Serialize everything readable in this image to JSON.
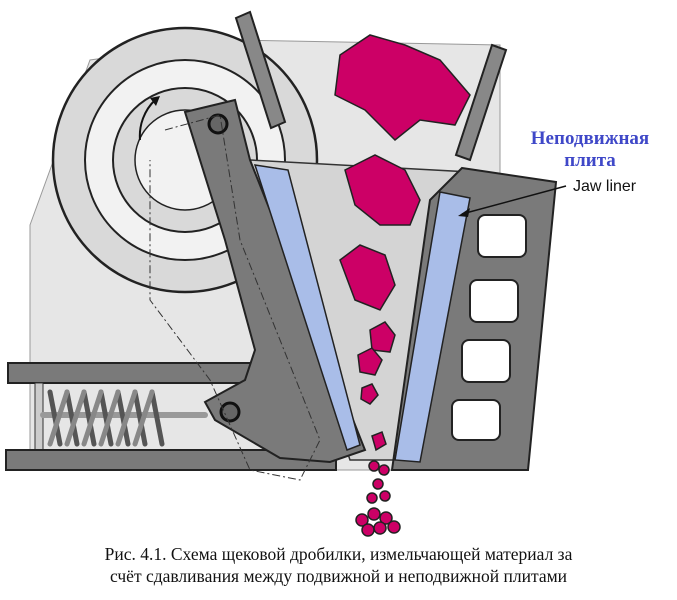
{
  "labels": {
    "fixed_plate_ru": "Неподвижная плита",
    "jaw_liner_en": "Jaw liner"
  },
  "caption": {
    "line1": "Рис. 4.1. Схема щековой дробилки, измельчающей материал за",
    "line2": "счёт сдавливания между подвижной и неподвижной плитами"
  },
  "colors": {
    "rock": "#cc0066",
    "liner": "#a9bde8",
    "steel": "#7a7a7a",
    "housing": "#e6e6e6",
    "label": "#3f48c8"
  }
}
